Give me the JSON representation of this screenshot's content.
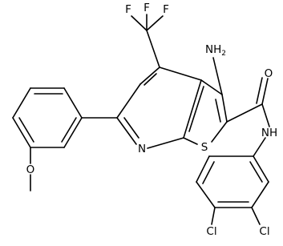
{
  "molecule": {
    "atom_labels": {
      "fluorine": "F",
      "nitrogen_pyridine": "N",
      "sulfur": "S",
      "amide_oxygen": "O",
      "amide_nh": "NH",
      "ether_oxygen": "O",
      "chlorine": "Cl"
    },
    "amino_group": {
      "base": "NH",
      "subscript": "2"
    }
  }
}
